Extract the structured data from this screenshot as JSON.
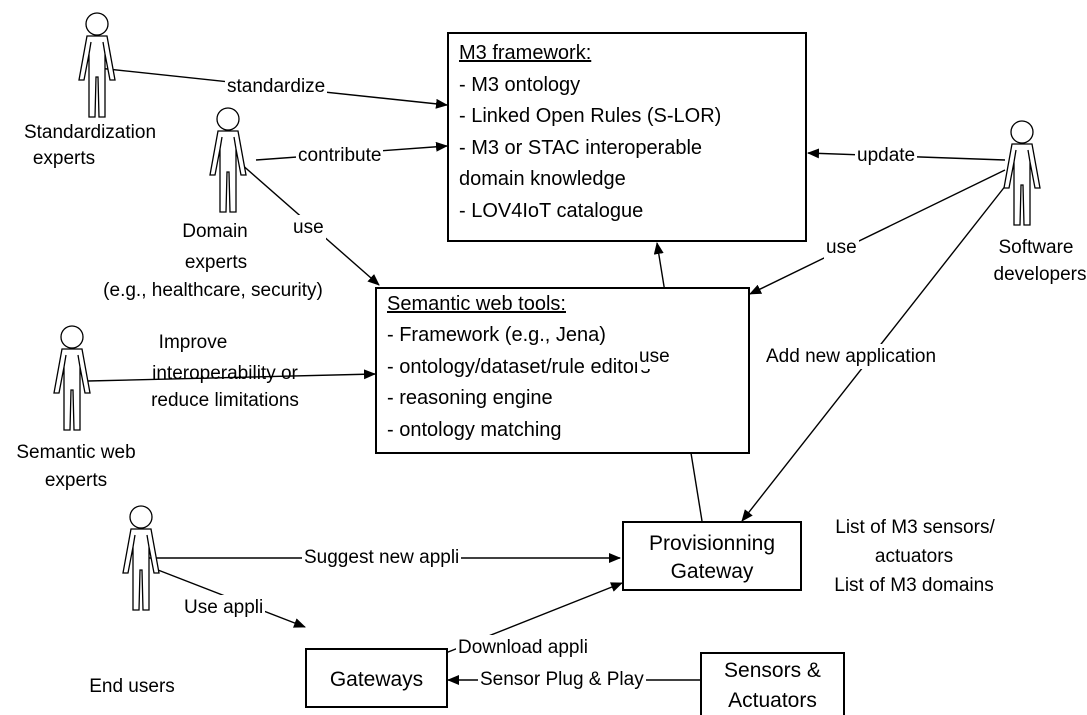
{
  "m3_framework": {
    "title": "M3 framework:",
    "items": [
      "- M3 ontology",
      "- Linked Open Rules (S-LOR)",
      "- M3 or STAC interoperable",
      "domain knowledge",
      "- LOV4IoT catalogue"
    ]
  },
  "semantic_tools": {
    "title": "Semantic web tools:",
    "items": [
      "- Framework (e.g., Jena)",
      "- ontology/dataset/rule editors",
      "- reasoning engine",
      "- ontology matching"
    ]
  },
  "actors": {
    "standardization": [
      "Standardization",
      "experts"
    ],
    "domain": [
      "Domain",
      "experts",
      "(e.g., healthcare, security)"
    ],
    "semantic_web": [
      "Semantic web",
      "experts"
    ],
    "end_users": "End users",
    "software": [
      "Software",
      "developers"
    ]
  },
  "boxes": {
    "provisioning": [
      "Provisionning",
      "Gateway"
    ],
    "gateways": "Gateways",
    "sensors": [
      "Sensors &",
      "Actuators"
    ]
  },
  "edges": {
    "standardize": "standardize",
    "contribute": "contribute",
    "update": "update",
    "use_domain": "use",
    "use_software": "use",
    "use_provisioning": "use",
    "improve": [
      "Improve",
      "interoperability or",
      "reduce limitations"
    ],
    "add_new_application": "Add new application",
    "suggest_new_appli": "Suggest new appli",
    "use_appli": "Use appli",
    "download_appli": "Download appli",
    "sensor_plug_play": "Sensor Plug & Play"
  },
  "provisioning_notes": [
    "List of M3 sensors/",
    "actuators",
    "List of M3 domains"
  ]
}
